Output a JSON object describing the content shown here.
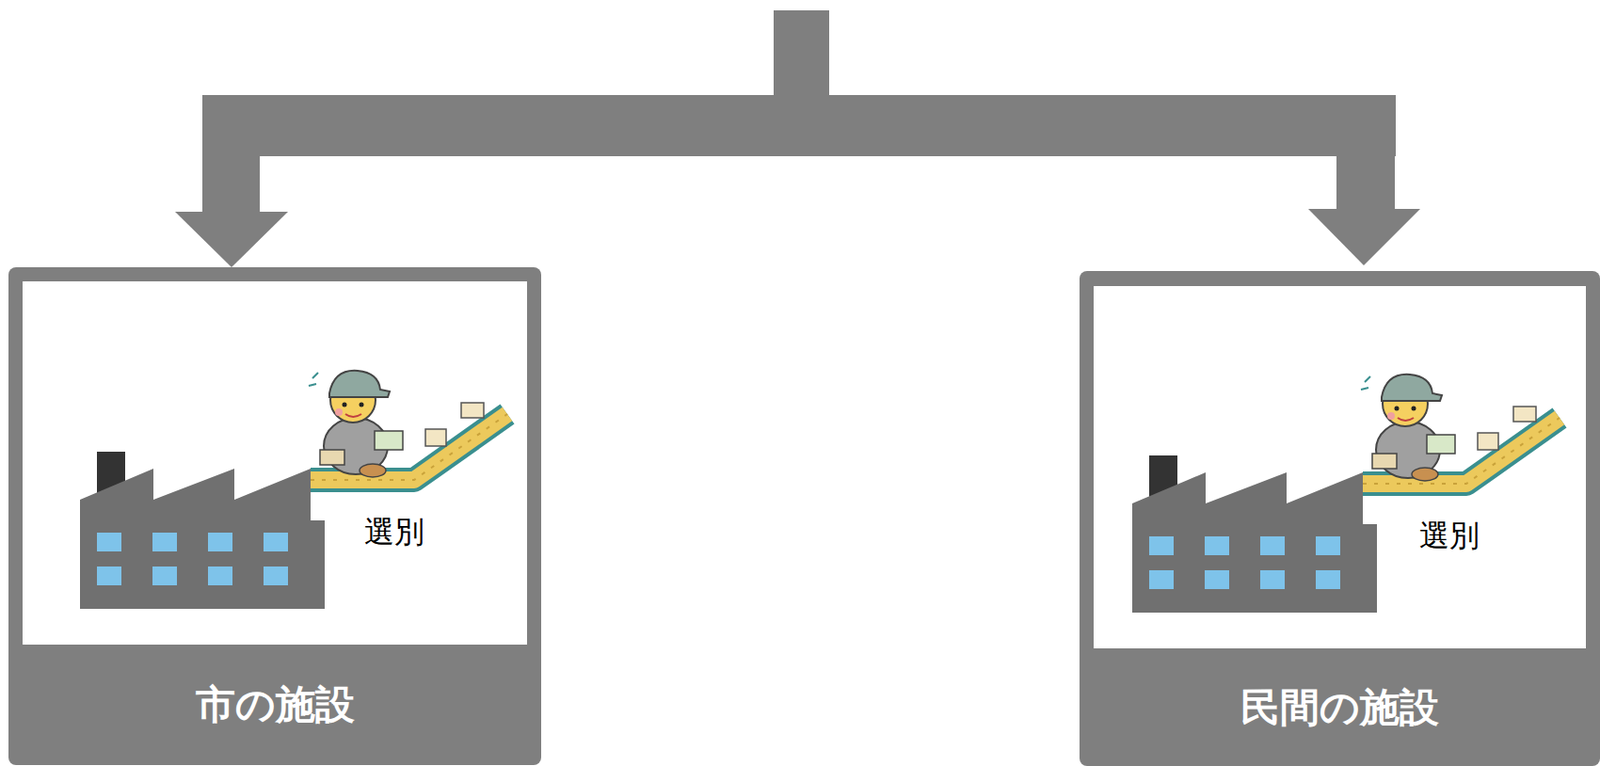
{
  "diagram": {
    "nodes": [
      {
        "text": [
          "選別",
          "市の施設"
        ]
      },
      {
        "text": [
          "選別",
          "民間の施設"
        ]
      }
    ]
  }
}
